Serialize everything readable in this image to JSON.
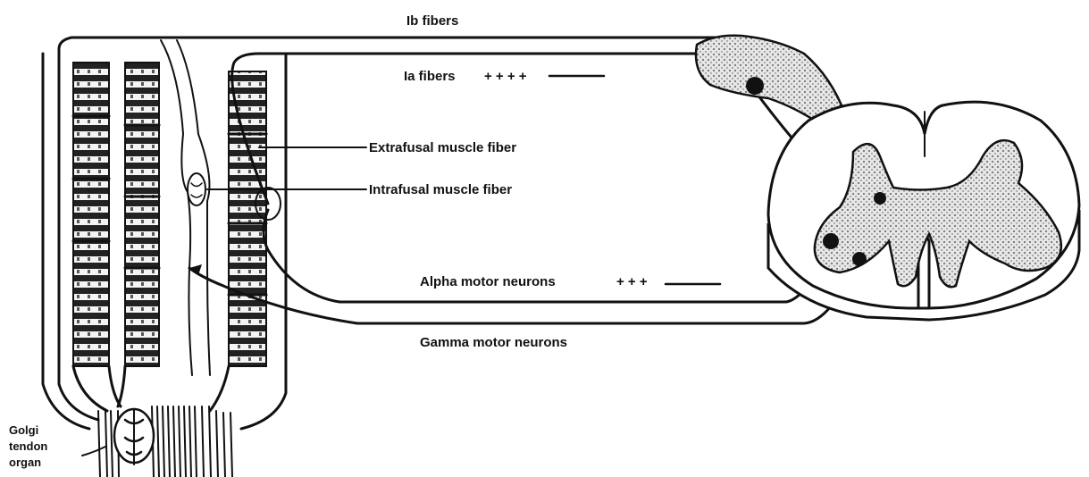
{
  "labels": {
    "ib_fibers": "Ib fibers",
    "ia_fibers": "Ia fibers",
    "ia_signs": "+ + + +",
    "extrafusal": "Extrafusal muscle fiber",
    "intrafusal": "Intrafusal muscle fiber",
    "alpha_motor": "Alpha motor neurons",
    "alpha_signs": "+ + +",
    "gamma_motor": "Gamma motor neurons",
    "golgi_line1": "Golgi",
    "golgi_line2": "tendon",
    "golgi_line3": "organ"
  },
  "colors": {
    "ink": "#111111",
    "background": "#ffffff",
    "gray_matter": "#d9d9d9"
  }
}
